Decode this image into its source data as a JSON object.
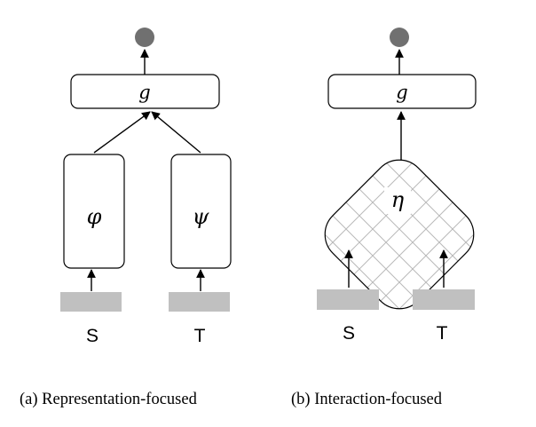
{
  "left_panel": {
    "top_function": "g",
    "source_encoder": "φ",
    "target_encoder": "ψ",
    "source_input": "S",
    "target_input": "T",
    "caption": "(a) Representation-focused"
  },
  "right_panel": {
    "top_function": "g",
    "interaction_function": "η",
    "source_input": "S",
    "target_input": "T",
    "caption": "(b) Interaction-focused"
  },
  "colors": {
    "stroke": "#000000",
    "input_fill": "#c0c0c0",
    "output_fill": "#707070",
    "grid_line": "#b9b9b9"
  }
}
